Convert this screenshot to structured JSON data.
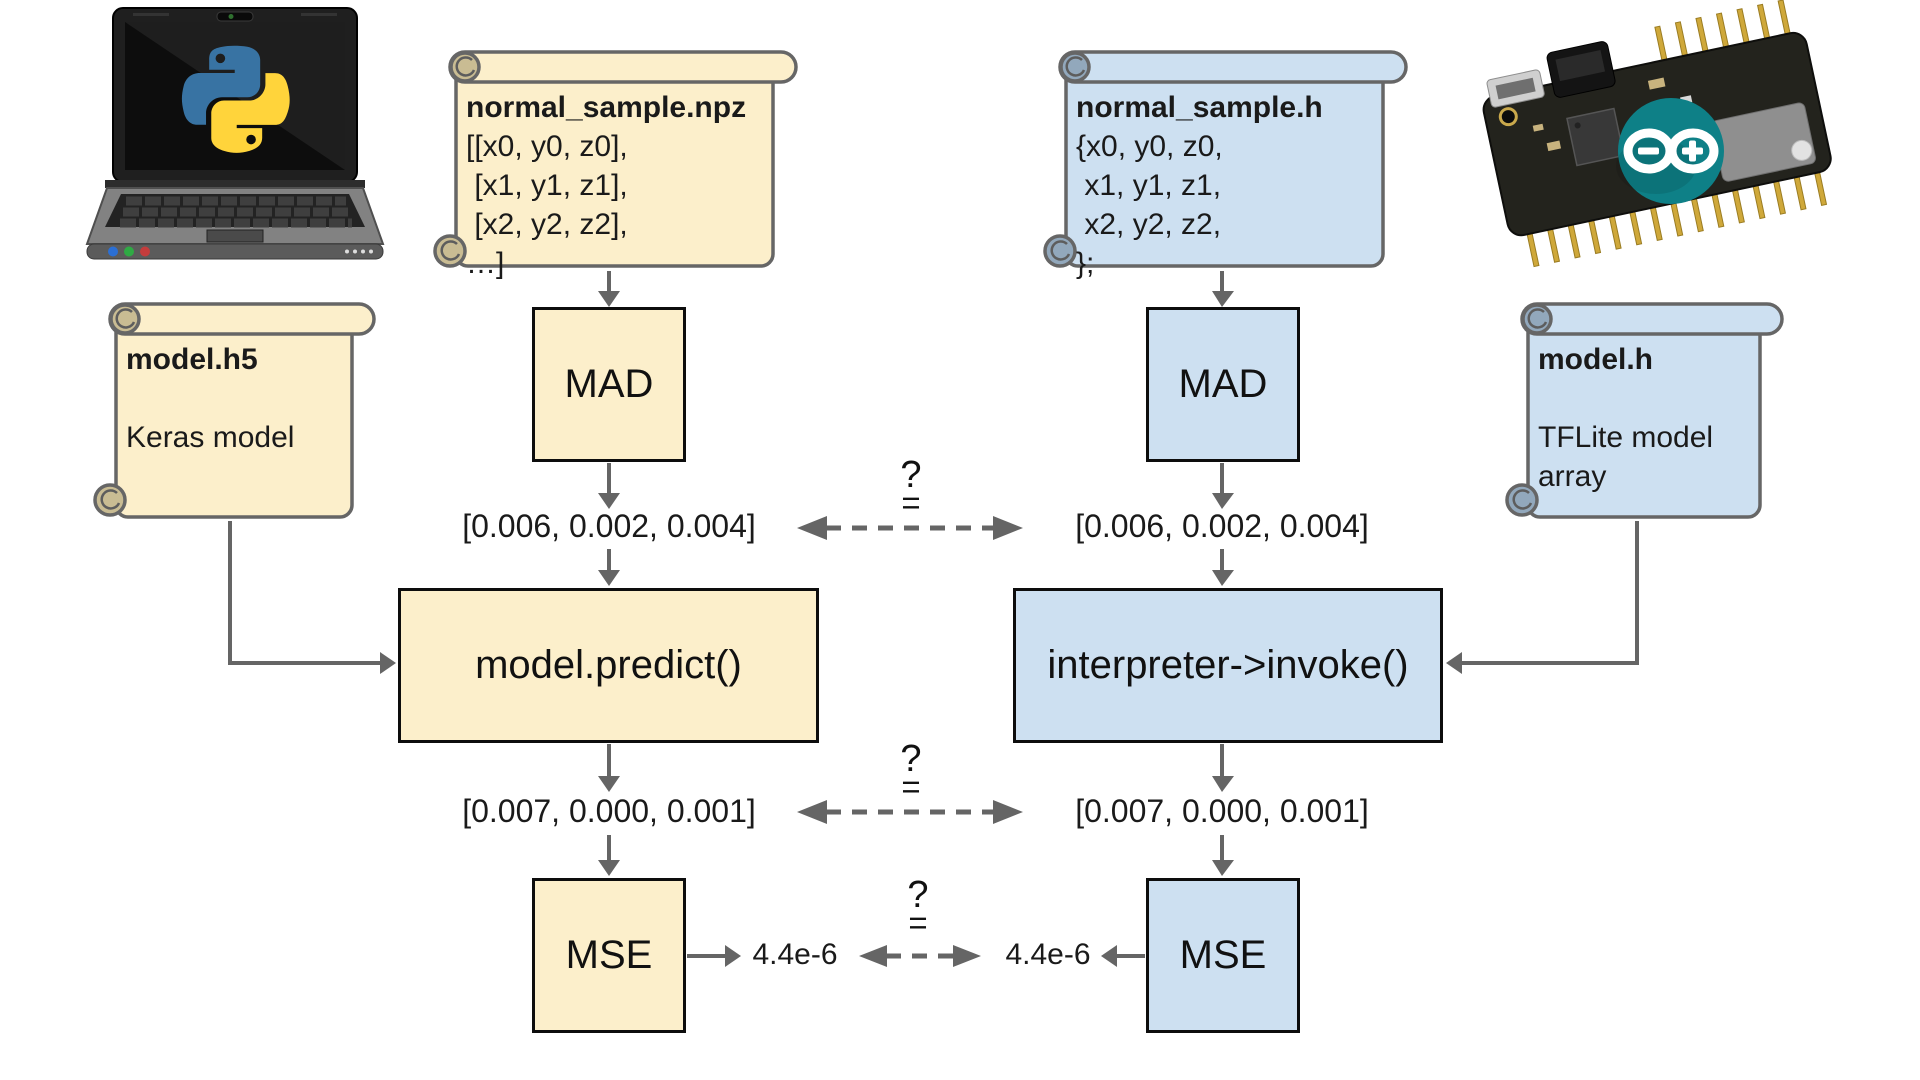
{
  "diagram": {
    "comparison": {
      "question_mark": "?",
      "equals_sign": "="
    },
    "python_side": {
      "sample_note": {
        "title": "normal_sample.npz",
        "lines": [
          "[[x0, y0, z0],",
          " [x1, y1, z1],",
          " [x2, y2, z2],",
          "…]"
        ]
      },
      "model_note": {
        "title": "model.h5",
        "lines": [
          "",
          "Keras model"
        ]
      },
      "mad_box": "MAD",
      "mad_output": "[0.006, 0.002, 0.004]",
      "predict_box": "model.predict()",
      "predict_output": "[0.007, 0.000, 0.001]",
      "mse_box": "MSE",
      "mse_output": "4.4e-6"
    },
    "arduino_side": {
      "sample_note": {
        "title": "normal_sample.h",
        "lines": [
          "{x0, y0, z0,",
          " x1, y1, z1,",
          " x2, y2, z2,",
          "};"
        ]
      },
      "model_note": {
        "title": "model.h",
        "lines": [
          "",
          "TFLite model",
          "array"
        ]
      },
      "mad_box": "MAD",
      "mad_output": "[0.006, 0.002, 0.004]",
      "invoke_box": "interpreter->invoke()",
      "invoke_output": "[0.007, 0.000, 0.001]",
      "mse_box": "MSE",
      "mse_output": "4.4e-6"
    },
    "icons": {
      "laptop": "python-laptop-icon",
      "board": "arduino-board-icon"
    },
    "colors": {
      "python_fill": "#FCEFCB",
      "arduino_fill": "#CDE0F1",
      "arrow_gray": "#656565",
      "arduino_teal": "#0E8087",
      "python_blue": "#3873A3",
      "python_yellow": "#FFD43B"
    }
  }
}
